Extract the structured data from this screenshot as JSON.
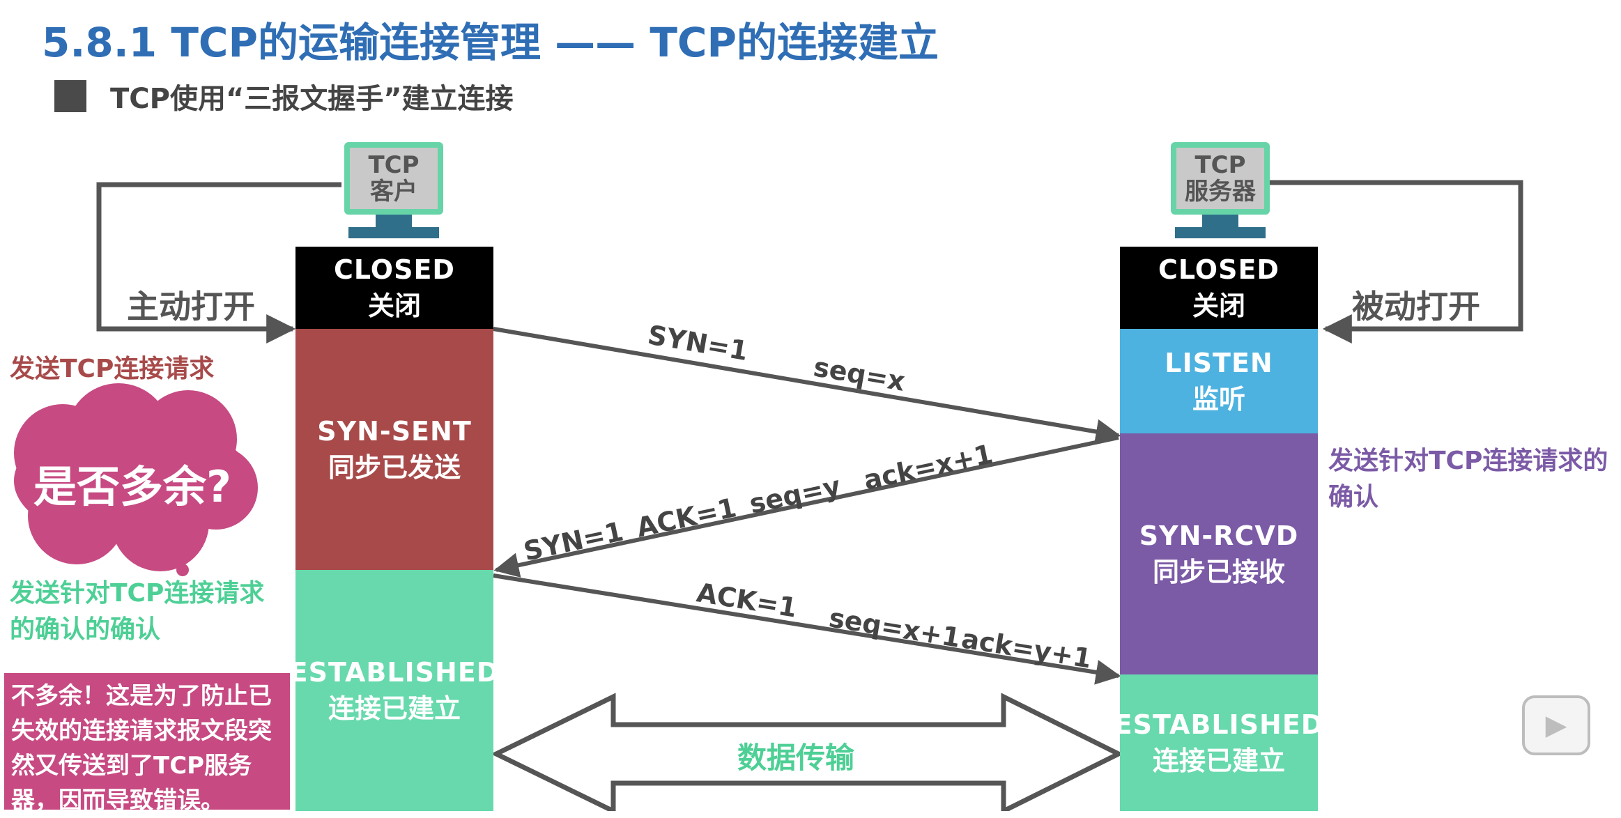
{
  "title": "5.8.1 TCP的运输连接管理 —— TCP的连接建立",
  "subtitle": "TCP使用“三报文握手”建立连接",
  "client": {
    "pc_line1": "TCP",
    "pc_line2": "客户",
    "open_label": "主动打开",
    "closed_en": "CLOSED",
    "closed_cn": "关闭",
    "synsent_en": "SYN-SENT",
    "synsent_cn": "同步已发送",
    "estab_en": "ESTABLISHED",
    "estab_cn": "连接已建立"
  },
  "server": {
    "pc_line1": "TCP",
    "pc_line2": "服务器",
    "open_label": "被动打开",
    "closed_en": "CLOSED",
    "closed_cn": "关闭",
    "listen_en": "LISTEN",
    "listen_cn": "监听",
    "synrcvd_en": "SYN-RCVD",
    "synrcvd_cn": "同步已接收",
    "estab_en": "ESTABLISHED",
    "estab_cn": "连接已建立"
  },
  "annotations": {
    "send_request": "发送TCP连接请求",
    "cloud": "是否多余?",
    "ack_of_ack": "发送针对TCP连接请求的确认的确认",
    "note": "不多余！这是为了防止已失效的连接请求报文段突然又传送到了TCP服务器，因而导致错误。",
    "send_ack": "发送针对TCP连接请求的确认"
  },
  "messages": {
    "m1_a": "SYN=1",
    "m1_b": "seq=x",
    "m2_a": "SYN=1",
    "m2_b": "ACK=1",
    "m2_c": "seq=y",
    "m2_d": "ack=x+1",
    "m3_a": "ACK=1",
    "m3_b": "seq=x+1",
    "m3_c": "ack=y+1"
  },
  "data_transfer": "数据传输",
  "colors": {
    "title": "#2f6eb5",
    "closed": "#000000",
    "syn_sent": "#a84a4a",
    "listen": "#4db2e0",
    "syn_rcvd": "#7b5aa6",
    "established": "#67d9ad",
    "cloud": "#c74a82"
  },
  "icons": {
    "play": "play-icon"
  }
}
